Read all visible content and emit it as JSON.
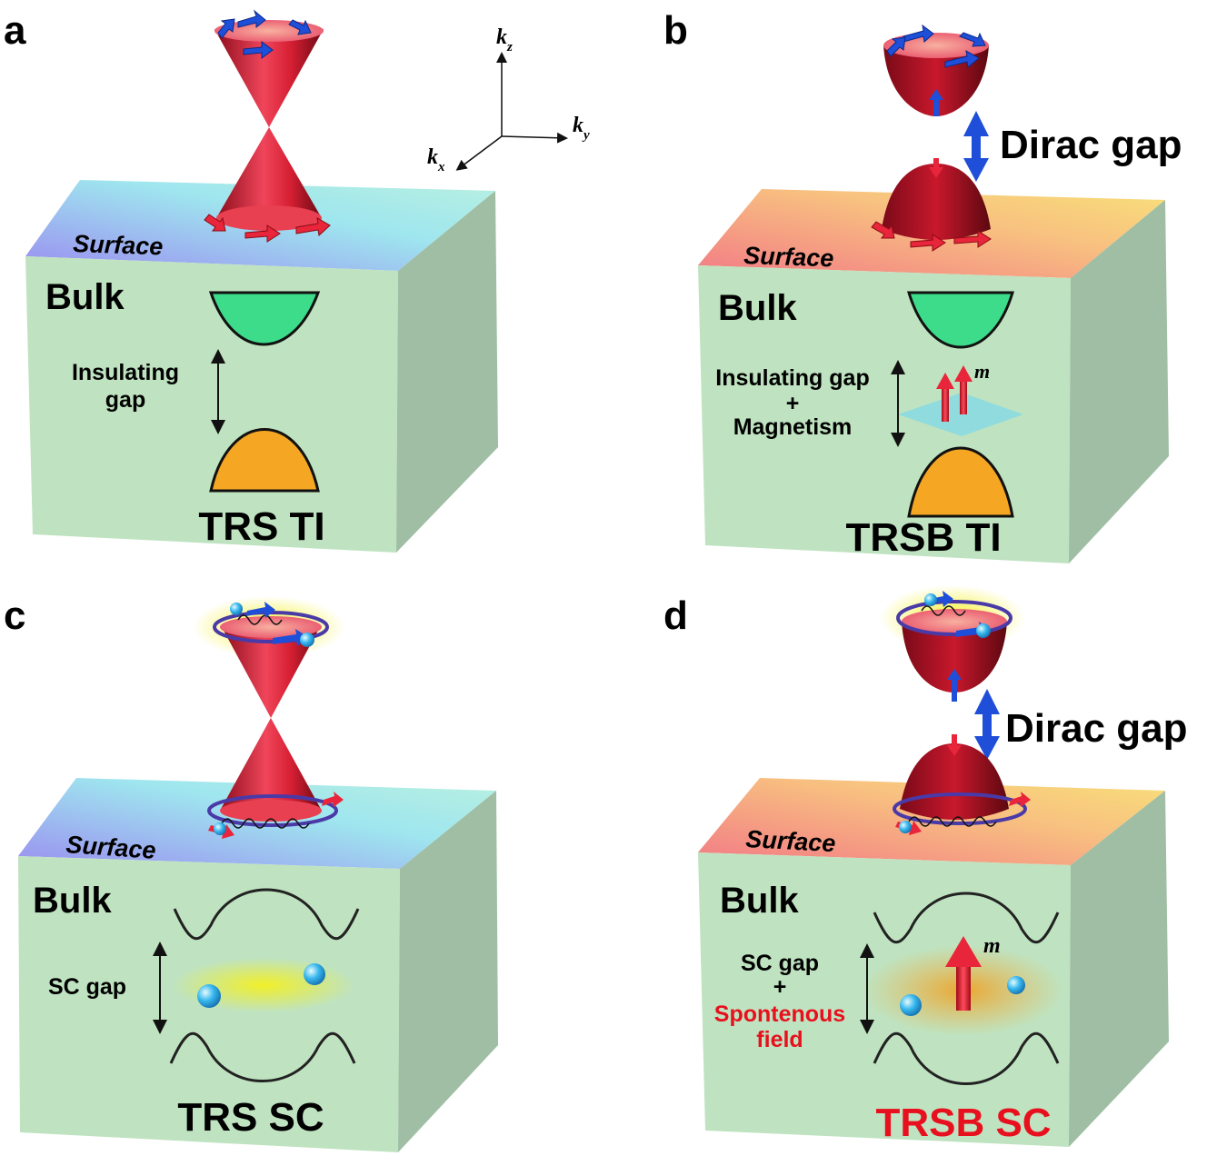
{
  "panels": {
    "a": {
      "letter": "a",
      "surface": "Surface",
      "bulk": "Bulk",
      "gap_line1": "Insulating",
      "gap_line2": "gap",
      "caption": "TRS TI"
    },
    "b": {
      "letter": "b",
      "surface": "Surface",
      "bulk": "Bulk",
      "dirac_gap": "Dirac gap",
      "gap_line1": "Insulating gap",
      "gap_plus": "+",
      "gap_line3": "Magnetism",
      "m_label": "m",
      "caption": "TRSB TI"
    },
    "c": {
      "letter": "c",
      "surface": "Surface",
      "bulk": "Bulk",
      "gap_line1": "SC gap",
      "caption": "TRS SC"
    },
    "d": {
      "letter": "d",
      "surface": "Surface",
      "bulk": "Bulk",
      "dirac_gap": "Dirac gap",
      "gap_line1": "SC gap",
      "gap_plus": "+",
      "gap_line3": "Spontenous",
      "gap_line4": "field",
      "m_label": "m",
      "caption": "TRSB SC"
    }
  },
  "axes": {
    "kz": "k",
    "kz_sub": "z",
    "ky": "k",
    "ky_sub": "y",
    "kx": "k",
    "kx_sub": "x"
  },
  "colors": {
    "cube_front": "#bfe3c0",
    "cube_side": "#9fbfa0",
    "conduction_band": "#3ddc8a",
    "valence_band": "#f5a623",
    "cone_red": "#e8253a",
    "spin_blue": "#1f4fd8",
    "trsb_caption": "#e8101e"
  }
}
